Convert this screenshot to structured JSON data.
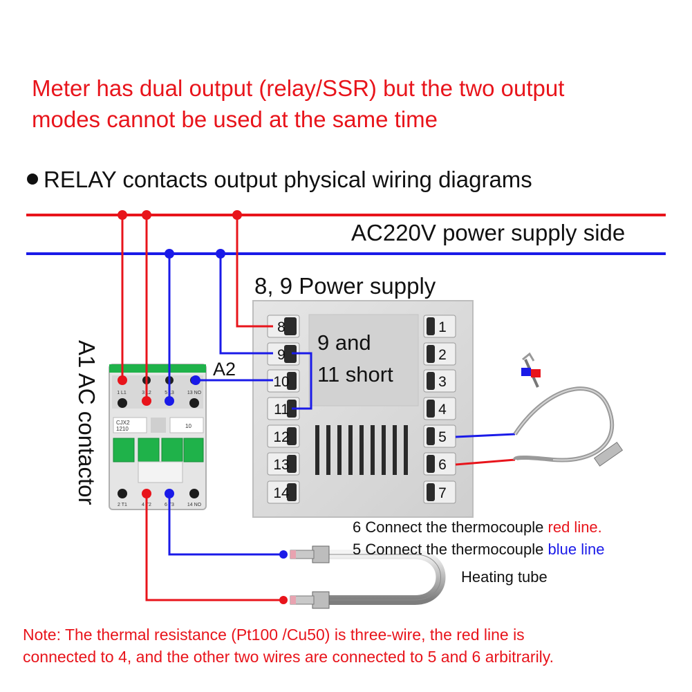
{
  "header": {
    "line1": "Meter has dual output (relay/SSR) but the two output",
    "line2": "modes cannot be used at the same time"
  },
  "section_title": "RELAY contacts output physical wiring diagrams",
  "power_side_label": "AC220V power supply side",
  "power_supply_label": "8, 9 Power supply",
  "short_label_line1": "9 and",
  "short_label_line2": "11 short",
  "a2_label": "A2",
  "contactor_label": "A1 AC contactor",
  "contactor": {
    "model_line1": "CJX2",
    "model_line2": "1210",
    "aux_label": "10",
    "top_terminals": [
      "1 L1",
      "3 L2",
      "5 L3",
      "13 NO"
    ],
    "bottom_terminals": [
      "2 T1",
      "4 T2",
      "6 T3",
      "14 NO"
    ]
  },
  "meter": {
    "left_terminals": [
      "8",
      "9",
      "10",
      "11",
      "12",
      "13",
      "14"
    ],
    "right_terminals": [
      "1",
      "2",
      "3",
      "4",
      "5",
      "6",
      "7"
    ]
  },
  "thermocouple_note": {
    "line1_prefix": "6 Connect the thermocouple ",
    "line1_color_text": "red line.",
    "line2_prefix": "5 Connect the thermocouple ",
    "line2_color_text": "blue line"
  },
  "heating_tube_label": "Heating tube",
  "footer_note": {
    "line1": "Note: The thermal resistance (Pt100 /Cu50) is three-wire, the red line is",
    "line2": "connected to 4, and the other two wires are connected to 5 and 6 arbitrarily."
  },
  "colors": {
    "live_wire": "#e8141b",
    "neutral_wire": "#1a1ae8",
    "meter_body": "#dcdcdc",
    "contactor_green": "#1fb24a"
  }
}
